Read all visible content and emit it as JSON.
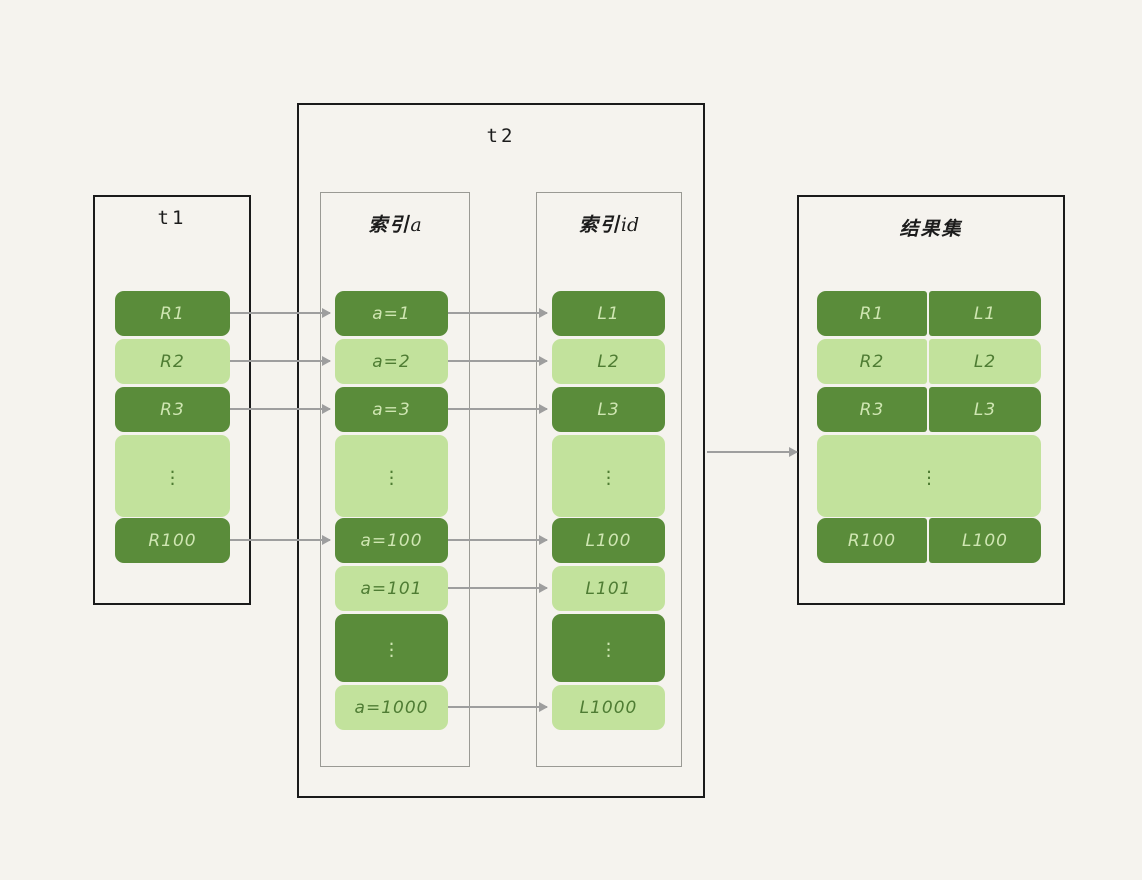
{
  "diagram": {
    "background_color": "#f5f3ee",
    "dark_green": "#5a8c3a",
    "light_green": "#c2e29c",
    "arrow_color": "#9e9e9e",
    "frame_color": "#1a1a1a",
    "inner_frame_color": "#9a9a94"
  },
  "panels": {
    "t1": {
      "title": "t1",
      "rows": [
        {
          "label": "R1",
          "shade": "dark"
        },
        {
          "label": "R2",
          "shade": "light"
        },
        {
          "label": "R3",
          "shade": "dark"
        },
        {
          "label": "",
          "shade": "light",
          "ellipsis": true
        },
        {
          "label": "R100",
          "shade": "dark"
        }
      ]
    },
    "t2": {
      "title": "t2",
      "index_a": {
        "title": "索引",
        "title_suffix": "a",
        "rows": [
          {
            "label": "a=1",
            "shade": "dark"
          },
          {
            "label": "a=2",
            "shade": "light"
          },
          {
            "label": "a=3",
            "shade": "dark"
          },
          {
            "label": "",
            "shade": "light",
            "ellipsis": true
          },
          {
            "label": "a=100",
            "shade": "dark"
          },
          {
            "label": "a=101",
            "shade": "light"
          },
          {
            "label": "",
            "shade": "dark",
            "ellipsis": true
          },
          {
            "label": "a=1000",
            "shade": "light"
          }
        ]
      },
      "index_id": {
        "title": "索引",
        "title_suffix": "id",
        "rows": [
          {
            "label": "L1",
            "shade": "dark"
          },
          {
            "label": "L2",
            "shade": "light"
          },
          {
            "label": "L3",
            "shade": "dark"
          },
          {
            "label": "",
            "shade": "light",
            "ellipsis": true
          },
          {
            "label": "L100",
            "shade": "dark"
          },
          {
            "label": "L101",
            "shade": "light"
          },
          {
            "label": "",
            "shade": "dark",
            "ellipsis": true
          },
          {
            "label": "L1000",
            "shade": "light"
          }
        ]
      }
    },
    "result": {
      "title": "结果集",
      "rows": [
        {
          "left": "R1",
          "right": "L1",
          "shade": "dark"
        },
        {
          "left": "R2",
          "right": "L2",
          "shade": "light"
        },
        {
          "left": "R3",
          "right": "L3",
          "shade": "dark"
        },
        {
          "left": "",
          "right": "",
          "shade": "light",
          "ellipsis": true
        },
        {
          "left": "R100",
          "right": "L100",
          "shade": "dark"
        }
      ]
    }
  },
  "arrows": {
    "t1_to_index_a": [
      {
        "from_row": "R1",
        "to_row": "a=1"
      },
      {
        "from_row": "R2",
        "to_row": "a=2"
      },
      {
        "from_row": "R3",
        "to_row": "a=3"
      },
      {
        "from_row": "R100",
        "to_row": "a=100"
      }
    ],
    "index_a_to_index_id": [
      {
        "from_row": "a=1",
        "to_row": "L1"
      },
      {
        "from_row": "a=2",
        "to_row": "L2"
      },
      {
        "from_row": "a=3",
        "to_row": "L3"
      },
      {
        "from_row": "a=100",
        "to_row": "L100"
      },
      {
        "from_row": "a=101",
        "to_row": "L101"
      },
      {
        "from_row": "a=1000",
        "to_row": "L1000"
      }
    ],
    "t2_to_result": [
      {
        "from_row": "t2",
        "to_row": "结果集"
      }
    ]
  }
}
